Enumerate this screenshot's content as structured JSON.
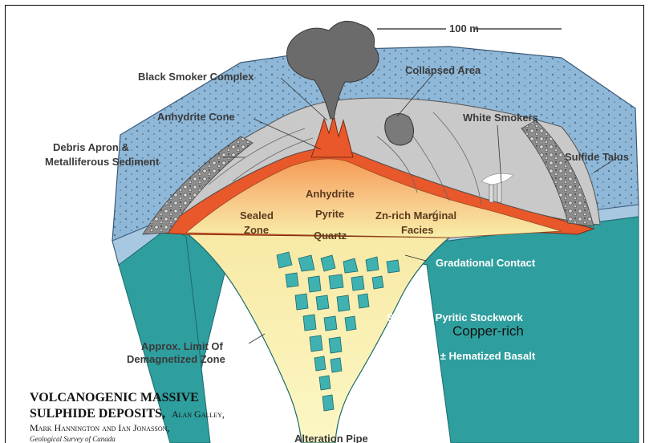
{
  "scale_bar": {
    "label": "100 m"
  },
  "labels": {
    "black_smoker_complex": "Black Smoker Complex",
    "collapsed_area": "Collapsed Area",
    "anhydrite_cone": "Anhydrite Cone",
    "white_smokers": "White Smokers",
    "debris_apron_line1": "Debris Apron &",
    "debris_apron_line2": "Metalliferous Sediment",
    "sulfide_talus": "Sulfide Talus",
    "anhydrite": "Anhydrite",
    "pyrite": "Pyrite",
    "quartz": "Quartz",
    "sealed_zone_line1": "Sealed",
    "sealed_zone_line2": "Zone",
    "zn_rich_line1": "Zn-rich Marginal",
    "zn_rich_line2": "Facies",
    "gradational_contact": "Gradational Contact",
    "silicified": "Silicified, Pyritic Stockwork",
    "copper_rich": "Copper-rich",
    "chloritized": "Chloritized ± Hematized Basalt",
    "approx_limit_line1": "Approx. Limit Of",
    "approx_limit_line2": "Demagnetized Zone",
    "alteration_pipe": "Alteration Pipe"
  },
  "credit": {
    "title_line1": "VOLCANOGENIC MASSIVE",
    "title_line2": "SULPHIDE DEPOSITS,",
    "authors_line1": "Alan Galley,",
    "authors_line2": "Mark Hannington and Ian Jonasson,",
    "affiliation": "Geological Survey of Canada"
  },
  "colors": {
    "seawater_blue": "#8fb8d8",
    "basalt_teal": "#2f9e9e",
    "sulfide_orange": "#e8582a",
    "mound_gradient_top": "#f5a05a",
    "mound_gradient_bottom": "#f7eba0",
    "stockwork_yellow": "#f8f4b0",
    "mound_grey": "#c9c9c9",
    "smoke_grey": "#6b6b6b"
  }
}
